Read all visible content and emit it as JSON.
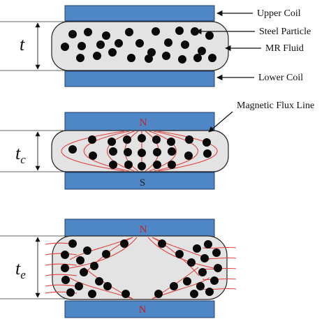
{
  "colors": {
    "coil_fill": "#4f86c6",
    "coil_stroke": "#1f3f6a",
    "fluid_fill": "#e3e3e3",
    "fluid_stroke": "#222222",
    "particle": "#0a0a0a",
    "flux_line": "#e04343",
    "pole_label": "#c81e1e",
    "pole_label_lower": "#222222"
  },
  "labels": {
    "upper_coil": "Upper Coil",
    "steel_particle": "Steel Particle",
    "mr_fluid": "MR Fluid",
    "lower_coil": "Lower Coil",
    "magnetic_flux_line": "Magnetic Flux Line"
  },
  "panels": [
    {
      "id": "initial",
      "thickness_symbol": "t",
      "thickness_subscript": "",
      "north_label": "",
      "south_label": "",
      "state": "random"
    },
    {
      "id": "compressed",
      "thickness_symbol": "t",
      "thickness_subscript": "c",
      "north_label": "N",
      "south_label": "S",
      "state": "chains"
    },
    {
      "id": "elongated",
      "thickness_symbol": "t",
      "thickness_subscript": "e",
      "north_label": "N",
      "south_label": "N",
      "state": "peripheral-chains"
    }
  ]
}
